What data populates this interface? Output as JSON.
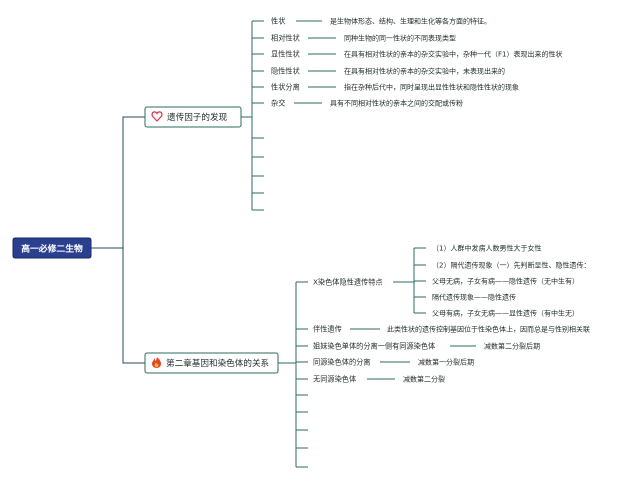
{
  "root": {
    "label": "高一必修二生物"
  },
  "branches": [
    {
      "label": "遗传因子的发现",
      "icon": "heart-icon",
      "items": [
        {
          "term": "性状",
          "desc": "是生物体形态、结构、生理和生化等各方面的特征。"
        },
        {
          "term": "相对性状",
          "desc": "同种生物的同一性状的不同表现类型"
        },
        {
          "term": "显性性状",
          "desc": "在具有相对性状的亲本的杂交实验中，杂种一代（F1）表现出来的性状"
        },
        {
          "term": "隐性性状",
          "desc": "在具有相对性状的亲本的杂交实验中，未表现出来的"
        },
        {
          "term": "性状分离",
          "desc": "指在杂种后代中，同时呈现出显性性状和隐性性状的现象"
        },
        {
          "term": "杂交",
          "desc": "具有不同相对性状的亲本之间的交配或传粉"
        }
      ]
    },
    {
      "label": "第二章基因和染色体的关系",
      "icon": "fire-icon",
      "group": {
        "label": "X染色体隐性遗传特点",
        "items": [
          "（1）人群中发病人数男性大于女性",
          "（2）隔代遗传现象（一）先判断显性、隐性遗传：",
          "父母无病，子女有病——隐性遗传（无中生有）",
          "隔代遗传现象——隐性遗传",
          "父母有病，子女无病——显性遗传（有中生无）"
        ]
      },
      "items": [
        {
          "term": "伴性遗传",
          "desc": "此类性状的遗传控制基因位于性染色体上，因而总是与性别相关联"
        },
        {
          "term": "姐妹染色单体的分离一侧有同源染色体",
          "desc": "减数第二分裂后期"
        },
        {
          "term": "同源染色体的分离",
          "desc": "减数第一分裂后期"
        },
        {
          "term": "无同源染色体",
          "desc": "减数第二分裂"
        }
      ]
    }
  ],
  "colors": {
    "root_fill": "#2b3f8f",
    "line": "#2e6b60",
    "heart": "#d8344b",
    "fire": "#e4462a"
  }
}
